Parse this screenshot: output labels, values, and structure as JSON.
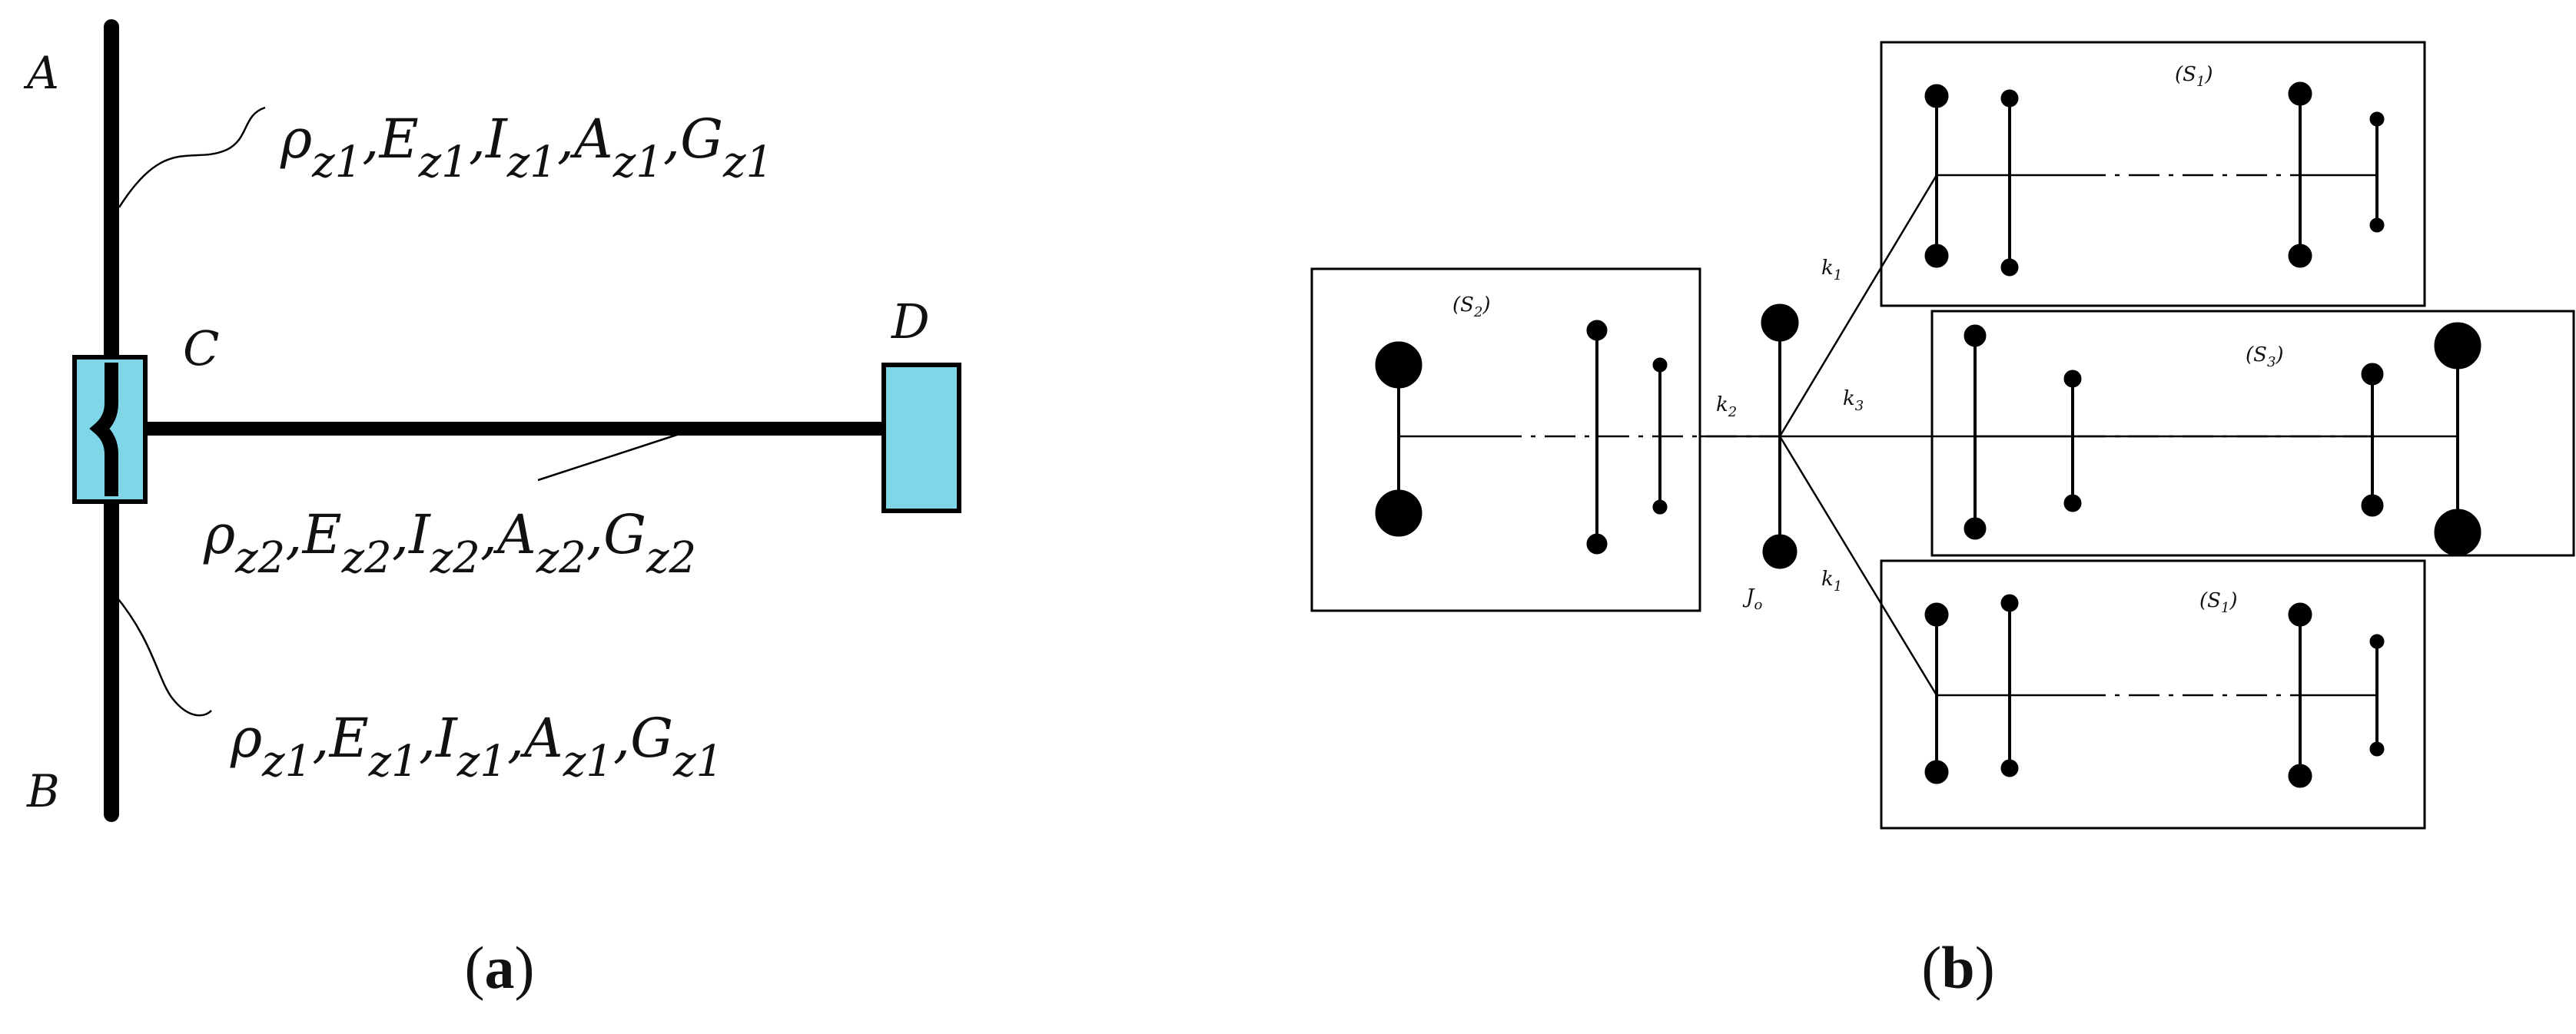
{
  "panel_a": {
    "point_labels": {
      "A": "A",
      "B": "B",
      "C": "C",
      "D": "D"
    },
    "upper_column": {
      "rho": "ρ",
      "sub": "z1",
      "E": "E",
      "I": "I",
      "A": "A",
      "G": "G"
    },
    "beam": {
      "rho": "ρ",
      "sub": "z2",
      "E": "E",
      "I": "I",
      "A": "A",
      "G": "G"
    },
    "lower_column": {
      "rho": "ρ",
      "sub": "z1",
      "E": "E",
      "I": "I",
      "A": "A",
      "G": "G"
    },
    "colors": {
      "hub": "#7fd6e6",
      "mass": "#7fd6e6",
      "lines": "#000000"
    }
  },
  "panel_b": {
    "subsystem_labels": {
      "top": {
        "var": "S",
        "sub": "1"
      },
      "left": {
        "var": "S",
        "sub": "2"
      },
      "middle": {
        "var": "S",
        "sub": "3"
      },
      "bottom": {
        "var": "S",
        "sub": "1"
      }
    },
    "springs": {
      "k1_top": {
        "var": "k",
        "sub": "1"
      },
      "k2": {
        "var": "k",
        "sub": "2"
      },
      "k3": {
        "var": "k",
        "sub": "3"
      },
      "k1_bottom": {
        "var": "k",
        "sub": "1"
      }
    },
    "hub_label": {
      "var": "J",
      "sub": "o"
    }
  },
  "captions": {
    "a": "a",
    "b": "b"
  }
}
